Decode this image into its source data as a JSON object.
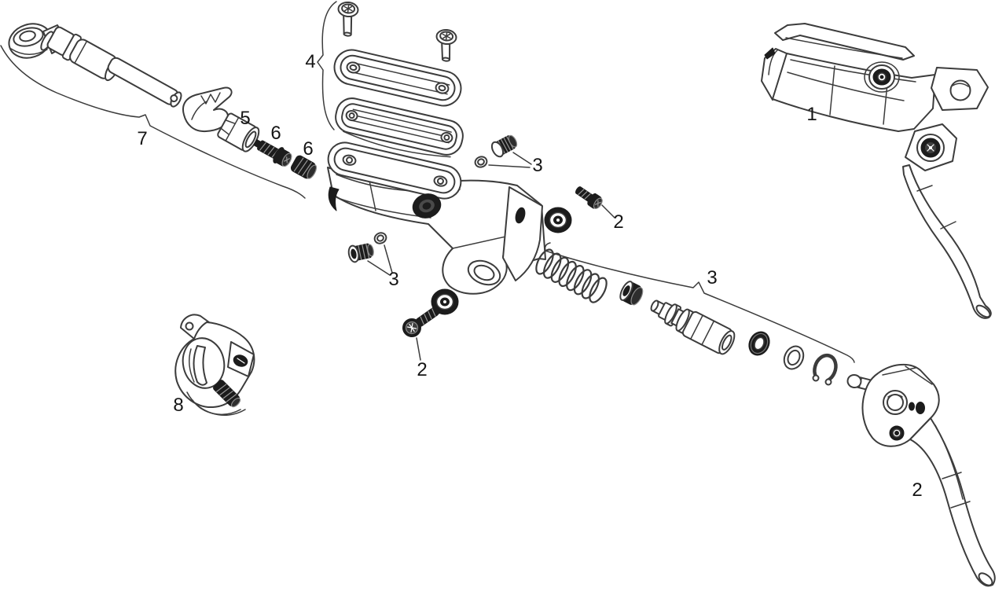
{
  "diagram_type": "exploded-parts-diagram",
  "subject": "hydraulic-brake-lever",
  "colors": {
    "background": "#ffffff",
    "line": "#3c3c3c",
    "dark_fill": "#1c1c1c",
    "label_text": "#151515"
  },
  "callouts": [
    {
      "part": "lever-assembly-complete",
      "label": "1"
    },
    {
      "part": "pivot-bolt-upper",
      "label": "2"
    },
    {
      "part": "pivot-bolt-lower",
      "label": "2"
    },
    {
      "part": "lever-blade",
      "label": "2"
    },
    {
      "part": "bleed-screw-top",
      "label": "3"
    },
    {
      "part": "bleed-screw-side",
      "label": "3"
    },
    {
      "part": "piston-kit",
      "label": "3"
    },
    {
      "part": "reservoir-cover-kit",
      "label": "4"
    },
    {
      "part": "compression-nut",
      "label": "5"
    },
    {
      "part": "compression-screw",
      "label": "6"
    },
    {
      "part": "olive-fitting",
      "label": "6"
    },
    {
      "part": "hose-assembly",
      "label": "7"
    },
    {
      "part": "handlebar-clamp",
      "label": "8"
    }
  ]
}
